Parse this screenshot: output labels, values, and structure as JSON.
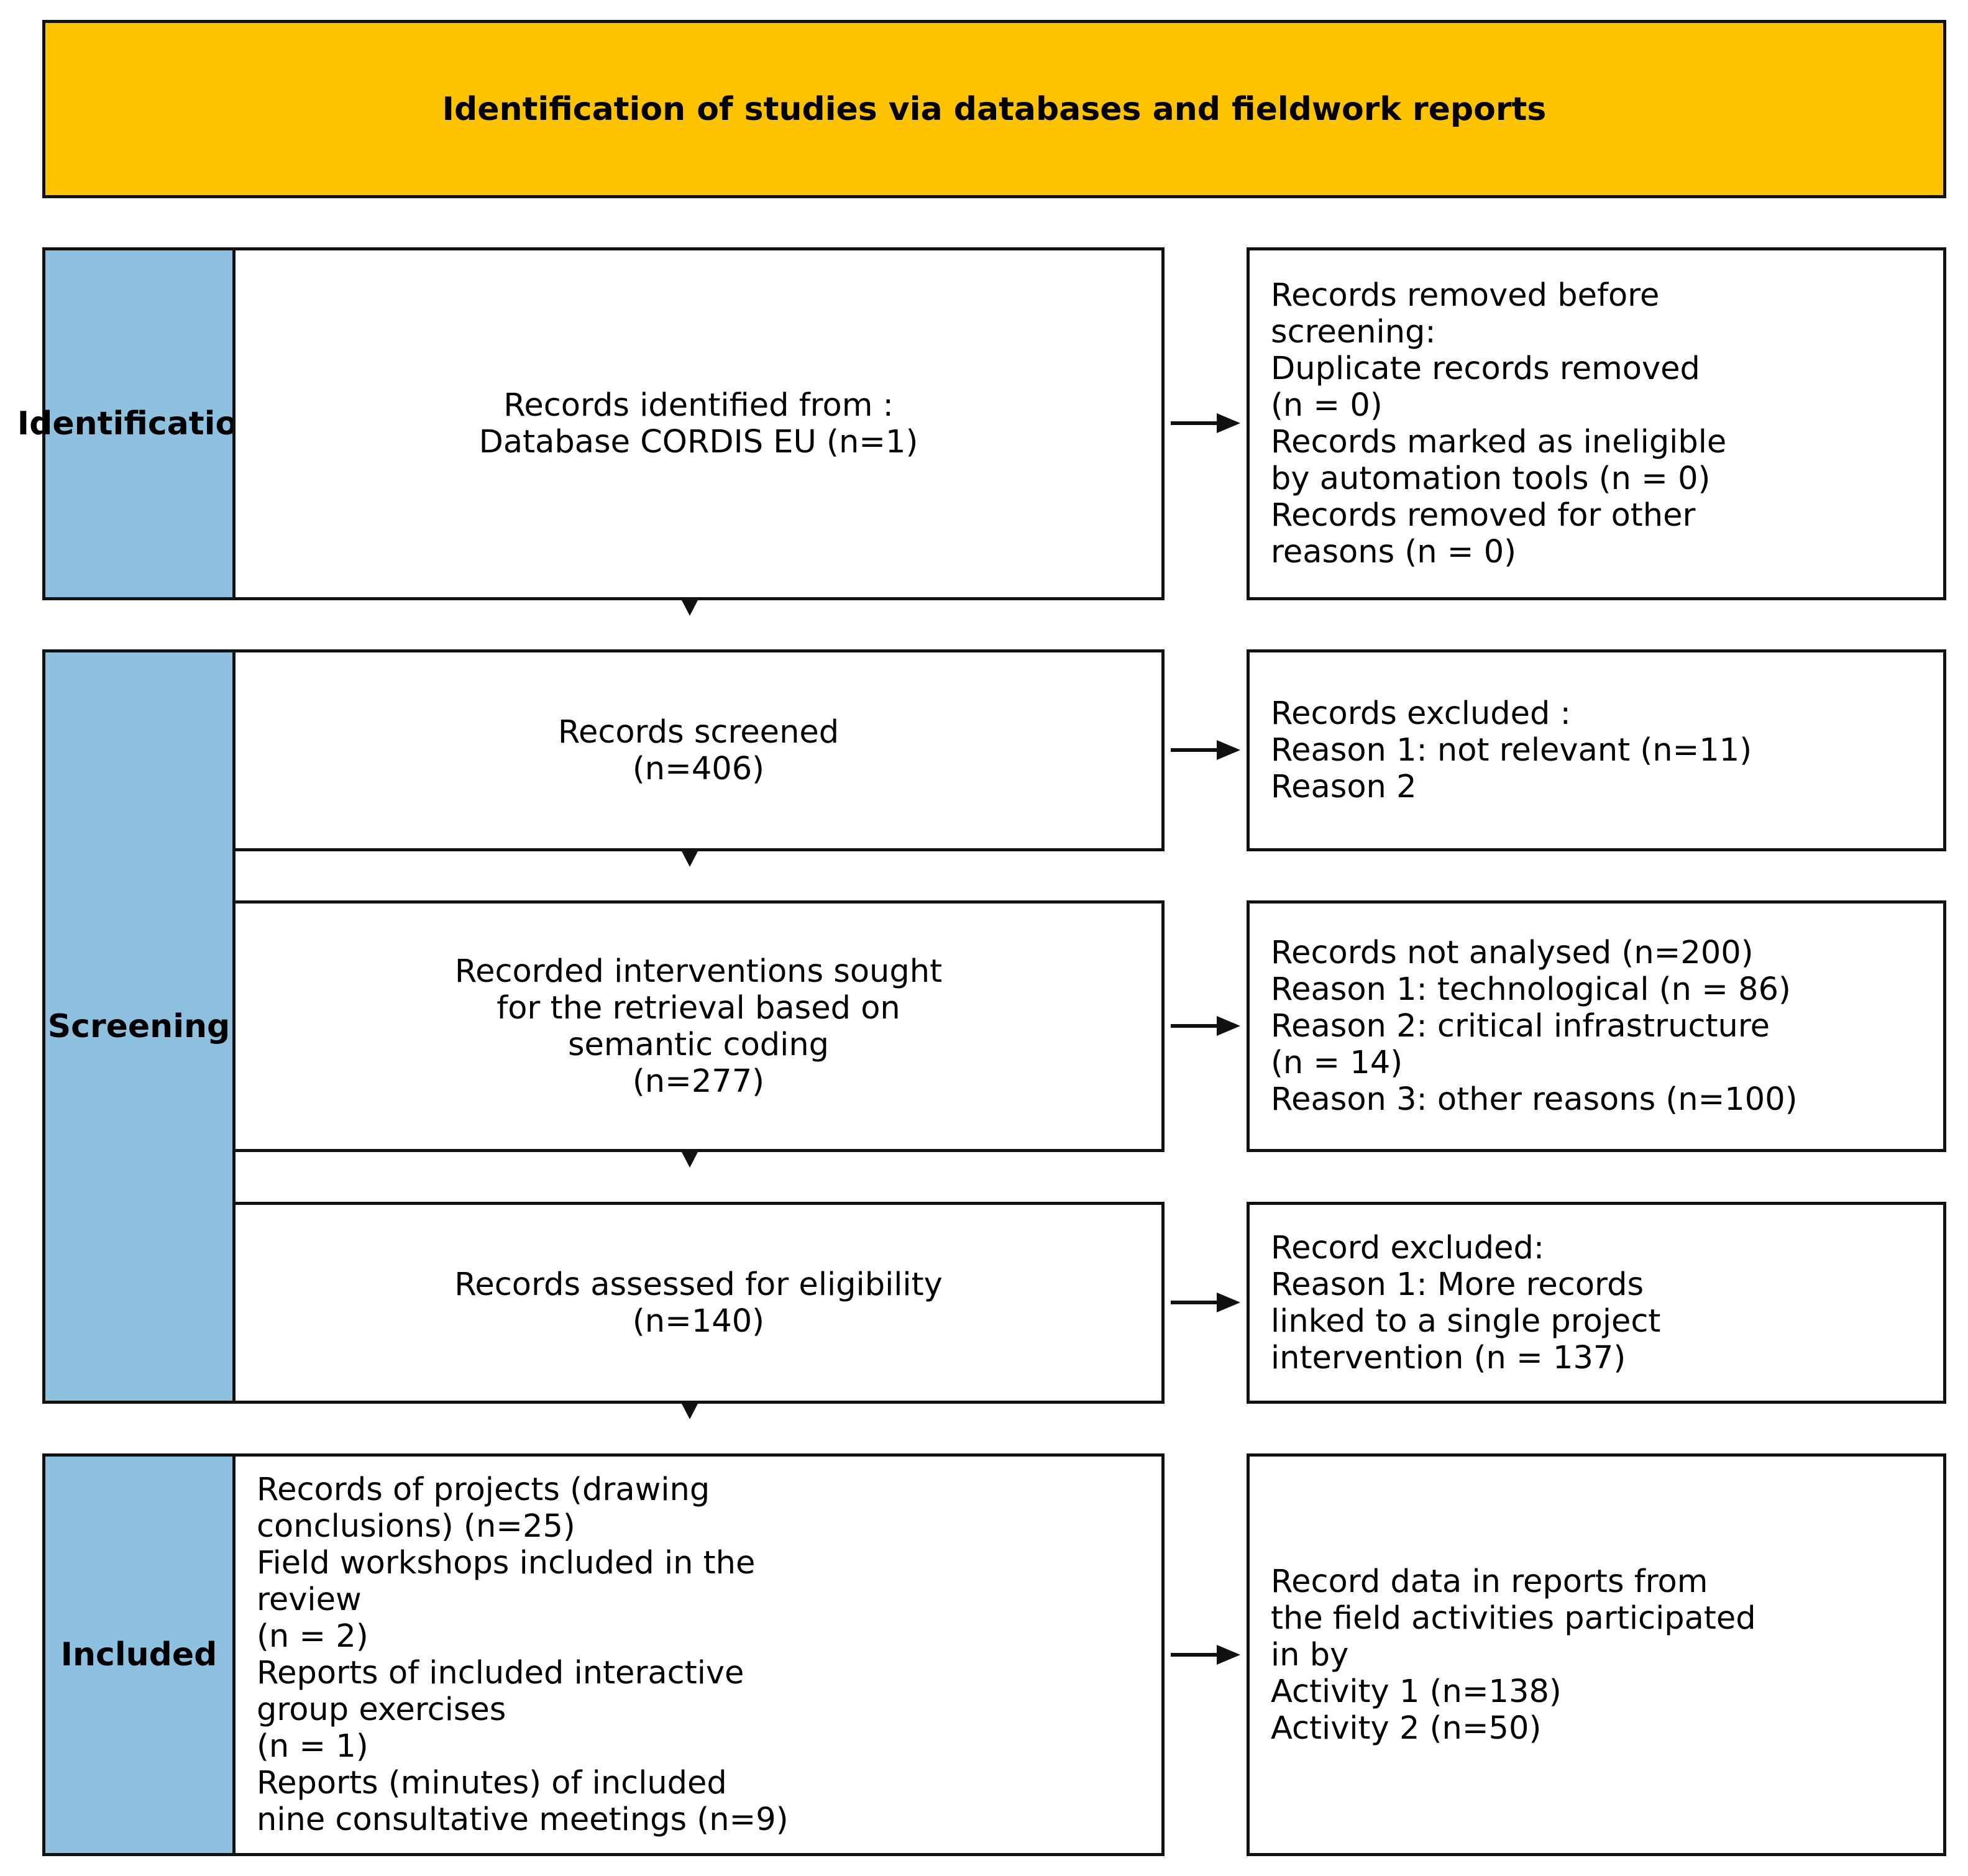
{
  "header": {
    "title": "Identification of studies via databases and fieldwork reports"
  },
  "stages": {
    "identification": "Identification",
    "screening": "Screening",
    "included": "Included"
  },
  "boxes": {
    "identified": [
      "Records identified from :",
      "Database CORDIS EU (n=1)"
    ],
    "removed": [
      "Records removed before",
      "screening:",
      "Duplicate records removed",
      "(n = 0)",
      "Records marked as ineligible",
      "by automation tools (n = 0)",
      "Records removed for other",
      "reasons (n = 0)"
    ],
    "screened": [
      "Records screened",
      "(n=406)"
    ],
    "excluded": [
      "Records excluded :",
      "Reason 1: not relevant (n=11)",
      "Reason 2"
    ],
    "sought": [
      "Recorded interventions sought",
      "for the retrieval based on",
      "semantic coding",
      "(n=277)"
    ],
    "not_analysed": [
      "Records not analysed (n=200)",
      "Reason 1: technological (n = 86)",
      "Reason 2: critical infrastructure",
      "(n = 14)",
      "Reason 3: other reasons (n=100)"
    ],
    "assessed": [
      "Records assessed for eligibility",
      "(n=140)"
    ],
    "record_excluded": [
      "Record excluded:",
      "Reason 1: More records",
      "linked to a single project",
      "intervention (n = 137)"
    ],
    "included_reports": [
      "Records of projects (drawing",
      "conclusions) (n=25)",
      "Field workshops included in the",
      "review",
      "(n = 2)",
      "Reports of included interactive",
      "group exercises",
      "(n = 1)",
      "Reports (minutes) of included",
      "nine consultative meetings (n=9)"
    ],
    "field_data": [
      "Record data in reports from",
      "the field activities participated",
      "in by",
      "Activity 1 (n=138)",
      "Activity 2 (n=50)"
    ]
  },
  "colors": {
    "banner": "#fdc200",
    "stage": "#8ec1e0",
    "border": "#111111"
  }
}
